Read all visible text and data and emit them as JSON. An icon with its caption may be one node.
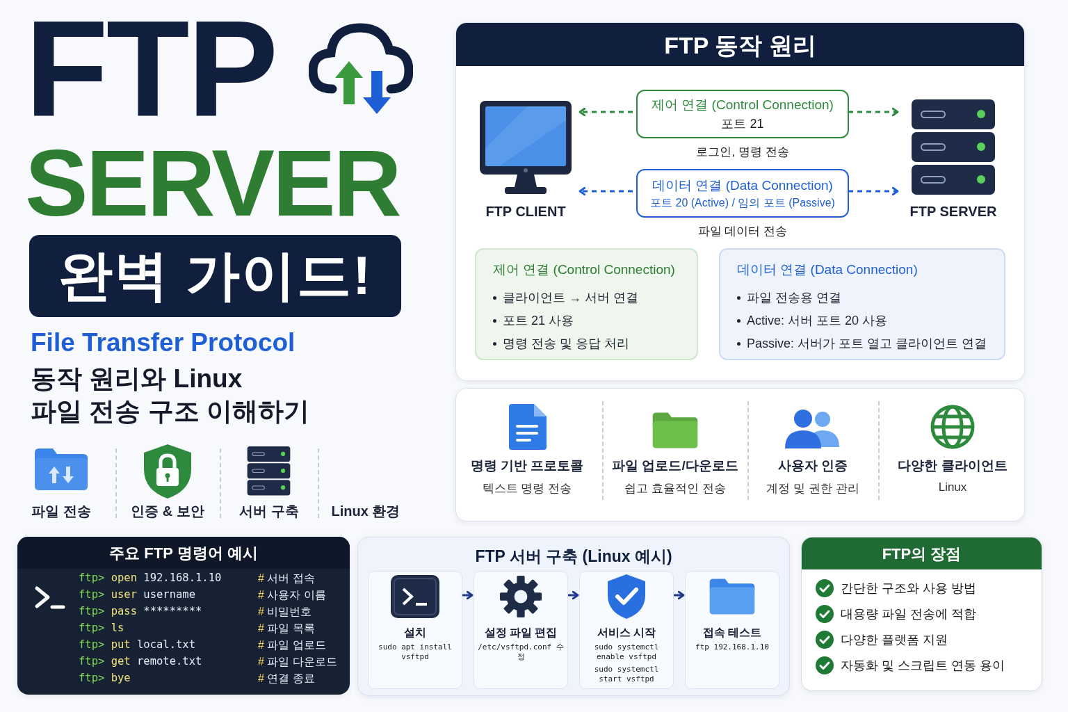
{
  "diagram": {
    "title": "FTP SERVER",
    "nodes": [
      {
        "text": [
          "FTP 동작 원리"
        ]
      },
      {
        "text": [
          "FTP CLIENT"
        ],
        "in": 0
      },
      {
        "text": [
          "제어 연결 (Control Connection)",
          "포트 21"
        ],
        "beside": [
          "로그인, 명령 전송"
        ],
        "in": 0
      },
      {
        "text": [
          "데이터 연결 (Data Connection)",
          "포트 20 (Active) / 임의 포트 (Passive)"
        ],
        "beside": [
          "파일 데이터 전송"
        ],
        "in": 0
      },
      {
        "text": [
          "FTP SERVER"
        ],
        "in": 0
      },
      {
        "text": [
          "제어 연결 (Control Connection)",
          "클라이언트 → 서버 연결",
          "포트 21 사용",
          "명령 전송 및 응답 처리"
        ],
        "in": 0
      },
      {
        "text": [
          "데이터 연결 (Data Connection)",
          "파일 전송용 연결",
          "Active: 서버 포트 20 사용",
          "Passive: 서버가 포트 열고 클라이언트 연결"
        ],
        "in": 0
      },
      {
        "text": [],
        "shape": "box"
      },
      {
        "text": [
          "명령 기반 프로토콜",
          "텍스트 명령 전송"
        ],
        "in": 7
      },
      {
        "text": [
          "파일 업로드/다운로드",
          "쉽고 효율적인 전송"
        ],
        "in": 7
      },
      {
        "text": [
          "사용자 인증",
          "계정 및 권한 관리"
        ],
        "in": 7
      },
      {
        "text": [
          "다양한 클라이언트",
          "Linux"
        ],
        "in": 7
      },
      {
        "text": [
          "주요 FTP 명령어 예시",
          "ftp> open 192.168.1.10",
          "# 서버 접속",
          "ftp> user username",
          "# 사용자 이름",
          "ftp> pass *********",
          "# 비밀번호",
          "ftp> ls",
          "# 파일 목록",
          "ftp> put local.txt",
          "# 파일 업로드",
          "ftp> get remote.txt",
          "# 파일 다운로드",
          "ftp> bye",
          "# 연결 종료"
        ]
      },
      {
        "text": [
          "FTP 서버 구축 (Linux 예시)"
        ]
      },
      {
        "text": [
          "설치",
          "sudo apt install vsftpd"
        ],
        "in": 13
      },
      {
        "text": [
          "설정 파일 편집",
          "/etc/vsftpd.conf 수정"
        ],
        "in": 13
      },
      {
        "text": [
          "서비스 시작",
          "sudo systemctl enable vsftpd",
          "sudo systemctl start vsftpd"
        ],
        "in": 13
      },
      {
        "text": [
          "접속 테스트",
          "ftp 192.168.1.10"
        ],
        "in": 13
      },
      {
        "text": [
          "FTP의 장점",
          "간단한 구조와 사용 방법",
          "대용량 파일 전송에 적합",
          "다양한 플랫폼 지원",
          "자동화 및 스크립트 연동 용이"
        ]
      }
    ],
    "edges": [
      {
        "from": 2,
        "to": 1,
        "arrow": "to",
        "style": "dashed",
        "color": "#2e8b3e"
      },
      {
        "from": 2,
        "to": 4,
        "arrow": "to",
        "style": "dashed",
        "color": "#2e8b3e"
      },
      {
        "from": 3,
        "to": 1,
        "arrow": "to",
        "style": "dashed",
        "color": "#1f5fd6"
      },
      {
        "from": 3,
        "to": 4,
        "arrow": "to",
        "style": "dashed",
        "color": "#1f5fd6"
      },
      {
        "from": 14,
        "to": 15,
        "arrow": "to"
      },
      {
        "from": 15,
        "to": 16,
        "arrow": "to"
      },
      {
        "from": 16,
        "to": 17,
        "arrow": "to"
      }
    ],
    "labels": [
      "완벽 가이드!",
      "File Transfer Protocol",
      "동작 원리와 **Linux**",
      "파일 전송 구조 이해하기",
      "파일 전송",
      "인증 & 보안",
      "서버 구축",
      "Linux 환경"
    ]
  }
}
